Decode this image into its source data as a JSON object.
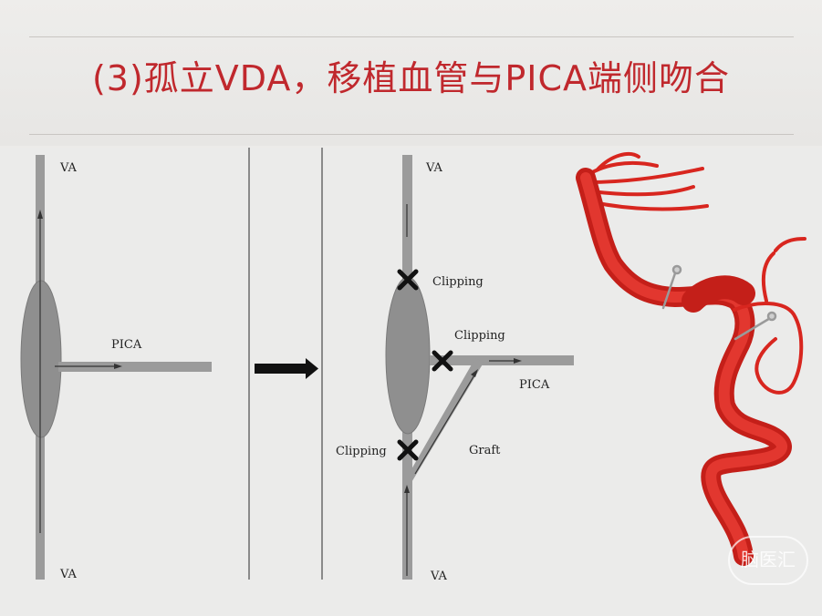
{
  "slide": {
    "title": "(3)孤立VDA，移植血管与PICA端侧吻合"
  },
  "diagram_left": {
    "va_top": "VA",
    "va_bottom": "VA",
    "pica": "PICA"
  },
  "diagram_right": {
    "va_top": "VA",
    "va_bottom": "VA",
    "clip_top": "Clipping",
    "clip_pica": "Clipping",
    "clip_bottom": "Clipping",
    "pica": "PICA",
    "graft": "Graft"
  },
  "watermark": {
    "text": "脑医汇"
  },
  "colors": {
    "title": "#c0282d",
    "vessel": "#9b9b9b",
    "aneurysm": "#8f8f8f",
    "artery_render": "#d8261f"
  }
}
